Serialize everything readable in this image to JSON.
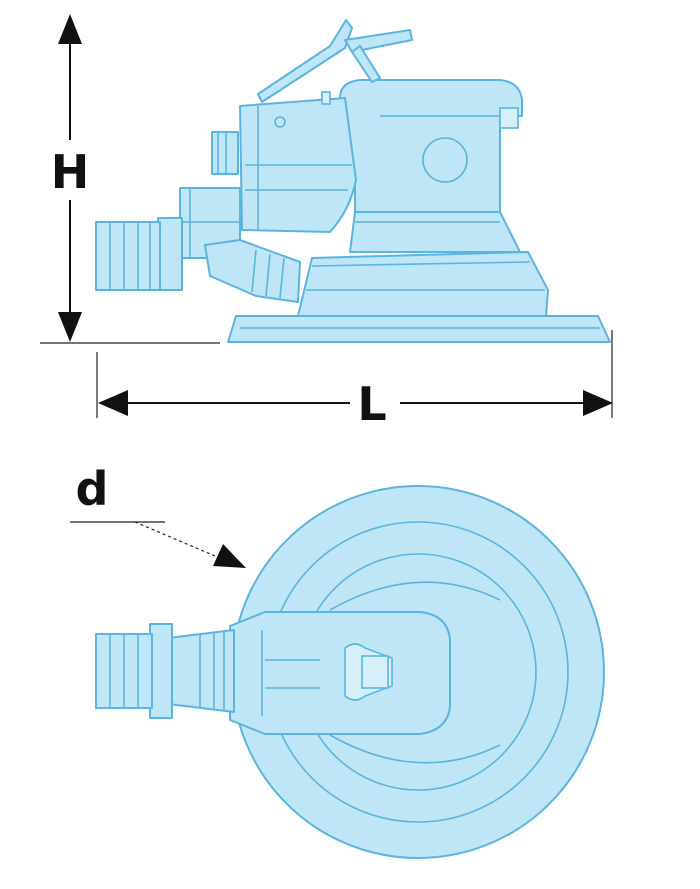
{
  "dimensions": {
    "height_label": "H",
    "length_label": "L",
    "diameter_label": "d"
  },
  "colors": {
    "tool_fill": "#bfe6f7",
    "tool_stroke": "#5ab4e2",
    "dimension_ink": "#111111"
  }
}
